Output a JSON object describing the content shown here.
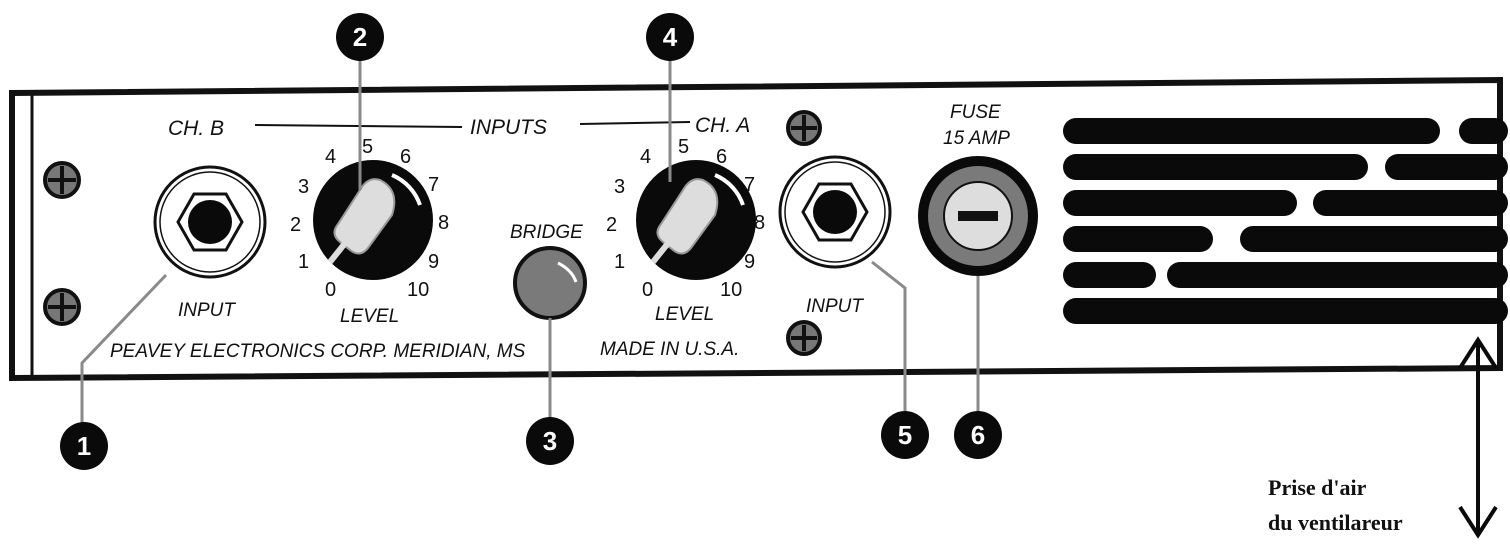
{
  "panel": {
    "ch_b_label": "CH. B",
    "inputs_label": "INPUTS",
    "ch_a_label": "CH. A",
    "input_b_label": "INPUT",
    "input_a_label": "INPUT",
    "level_b_label": "LEVEL",
    "level_a_label": "LEVEL",
    "bridge_label": "BRIDGE",
    "fuse_label_1": "FUSE",
    "fuse_label_2": "15 AMP",
    "maker_label": "PEAVEY ELECTRONICS CORP. MERIDIAN, MS",
    "made_label": "MADE IN U.S.A.",
    "dial_numbers": [
      "0",
      "1",
      "2",
      "3",
      "4",
      "5",
      "6",
      "7",
      "8",
      "9",
      "10"
    ]
  },
  "callouts": [
    "1",
    "2",
    "3",
    "4",
    "5",
    "6"
  ],
  "note": {
    "line1": "Prise d'air",
    "line2": "du ventilareur"
  },
  "colors": {
    "panel_fill": "#ffffff",
    "outline": "#111111",
    "button": "#7a7a7a",
    "leader": "#8a8a8a"
  }
}
